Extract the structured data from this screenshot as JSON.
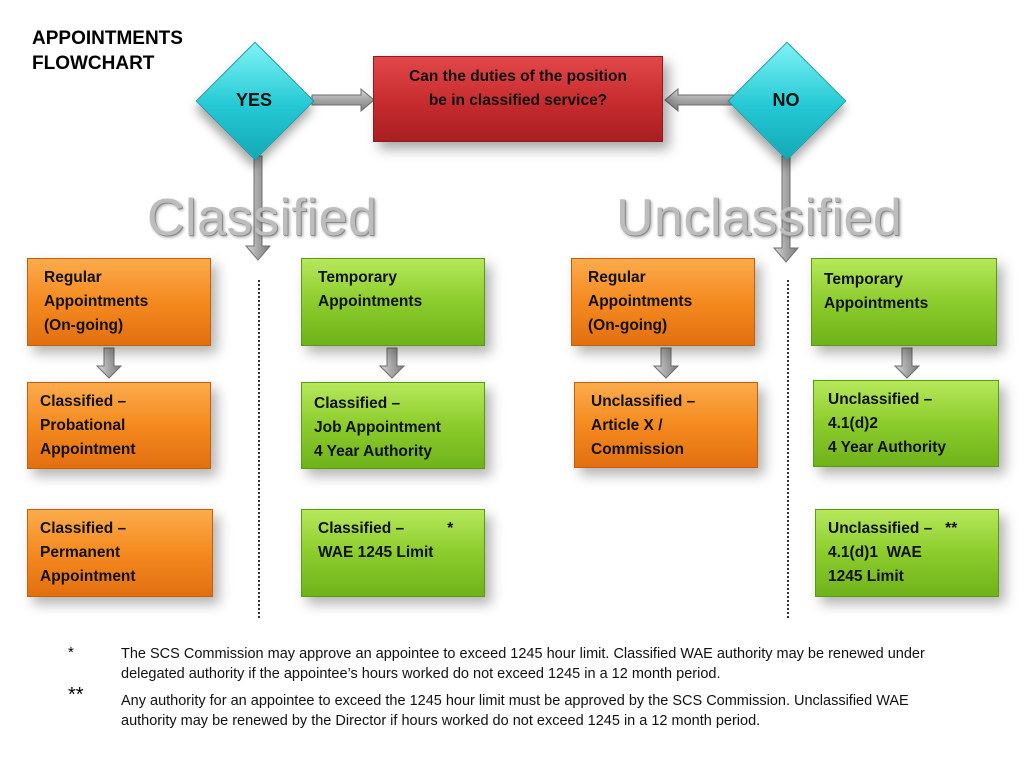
{
  "title": [
    "APPOINTMENTS",
    "FLOWCHART"
  ],
  "question": [
    "Can the duties of the position",
    "be in classified service?"
  ],
  "yes_label": "YES",
  "no_label": "NO",
  "headings": {
    "classified": "Classified",
    "unclassified": "Unclassified"
  },
  "classified": {
    "regular": [
      "Regular",
      "Appointments",
      "(On-going)"
    ],
    "probational": [
      "Classified –",
      "Probational",
      "Appointment"
    ],
    "permanent": [
      "Classified –",
      "Permanent",
      "Appointment"
    ],
    "temporary": [
      "Temporary",
      "Appointments"
    ],
    "job_appointment": [
      "Classified –",
      "Job Appointment",
      "4 Year Authority"
    ],
    "wae": [
      "Classified –          *",
      "WAE 1245 Limit"
    ]
  },
  "unclassified": {
    "regular": [
      "Regular",
      "Appointments",
      "(On-going)"
    ],
    "article_x": [
      "Unclassified –",
      "Article X /",
      "Commission"
    ],
    "temporary": [
      "Temporary",
      "Appointments"
    ],
    "authority": [
      "Unclassified –",
      "4.1(d)2",
      "4 Year Authority"
    ],
    "wae": [
      "Unclassified –   **",
      "4.1(d)1  WAE",
      "1245 Limit"
    ]
  },
  "footnotes": [
    {
      "mark": "*",
      "text": [
        "The SCS Commission may approve an appointee to exceed 1245 hour limit. Classified WAE authority may be renewed under",
        "delegated authority if the appointee’s hours worked do not exceed 1245 in a 12 month period."
      ]
    },
    {
      "mark": "**",
      "text": [
        "Any authority for an appointee to exceed the 1245 hour limit must be approved by the SCS Commission. Unclassified WAE",
        "authority may be renewed by the Director if hours worked do not exceed 1245 in a 12 month period."
      ]
    }
  ],
  "colors": {
    "diamond": "#23c8d4",
    "question": "#c62b2e",
    "orange": "#f58a1f",
    "green": "#8ccc2c",
    "arrow": "#9a9a9a"
  }
}
